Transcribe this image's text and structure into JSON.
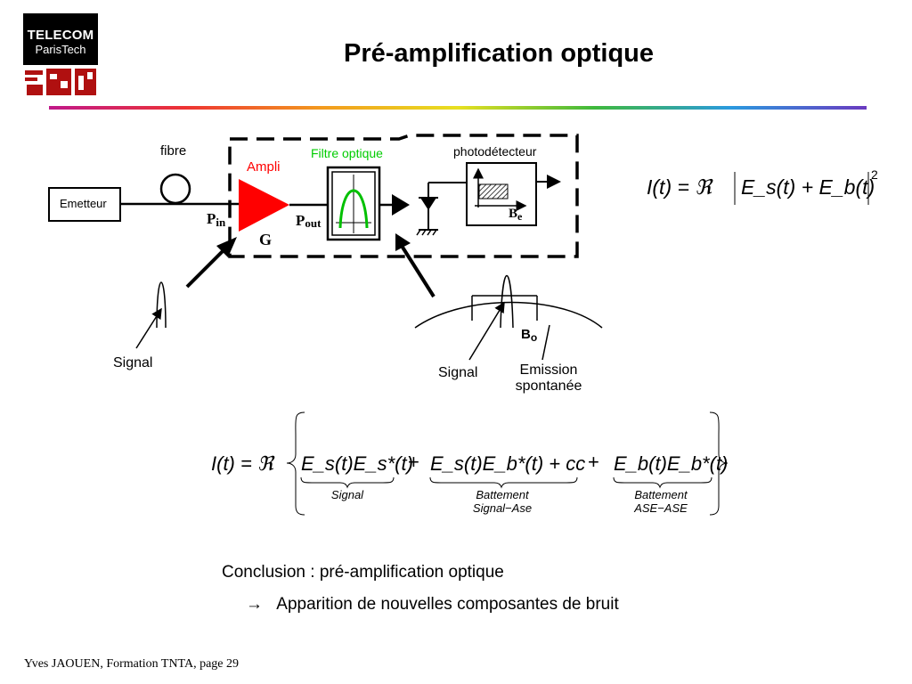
{
  "header": {
    "logo_line1": "TELECOM",
    "logo_line2": "ParisTech",
    "title": "Pré-amplification optique"
  },
  "diagram": {
    "fibre": "fibre",
    "emetteur": "Emetteur",
    "ampli": "Ampli",
    "filtre": "Filtre optique",
    "photodetecteur": "photodétecteur",
    "p_in": "P",
    "p_in_sub": "in",
    "p_out": "P",
    "p_out_sub": "out",
    "gain": "G",
    "b_e": "B",
    "b_e_sub": "e",
    "b_o": "B",
    "b_o_sub": "o",
    "signal_left": "Signal",
    "signal_right": "Signal",
    "emission_l1": "Emission",
    "emission_l2": "spontanée"
  },
  "equation_top": {
    "lhs": "I(t) = ℜ",
    "body": "E_s(t) + E_b(t)",
    "exponent": "2"
  },
  "equation_main": {
    "lhs": "I(t) = ℜ",
    "term1": "E_s(t)E_s*(t)",
    "term2": "E_s(t)E_b*(t) + cc",
    "term3": "E_b(t)E_b*(t)",
    "label1": "Signal",
    "label2_l1": "Battement",
    "label2_l2": "Signal−Ase",
    "label3_l1": "Battement",
    "label3_l2": "ASE−ASE"
  },
  "conclusion": {
    "line1": "Conclusion : pré-amplification optique",
    "line2_arrow": "→",
    "line2": "Apparition de nouvelles composantes de bruit"
  },
  "footer": {
    "text": "Yves JAOUEN, Formation TNTA, page  29"
  },
  "colors": {
    "ampli": "#ff0000",
    "filtre_text": "#00cc00",
    "filtre_curve": "#00c000",
    "ampli_label": "#ff0000"
  }
}
